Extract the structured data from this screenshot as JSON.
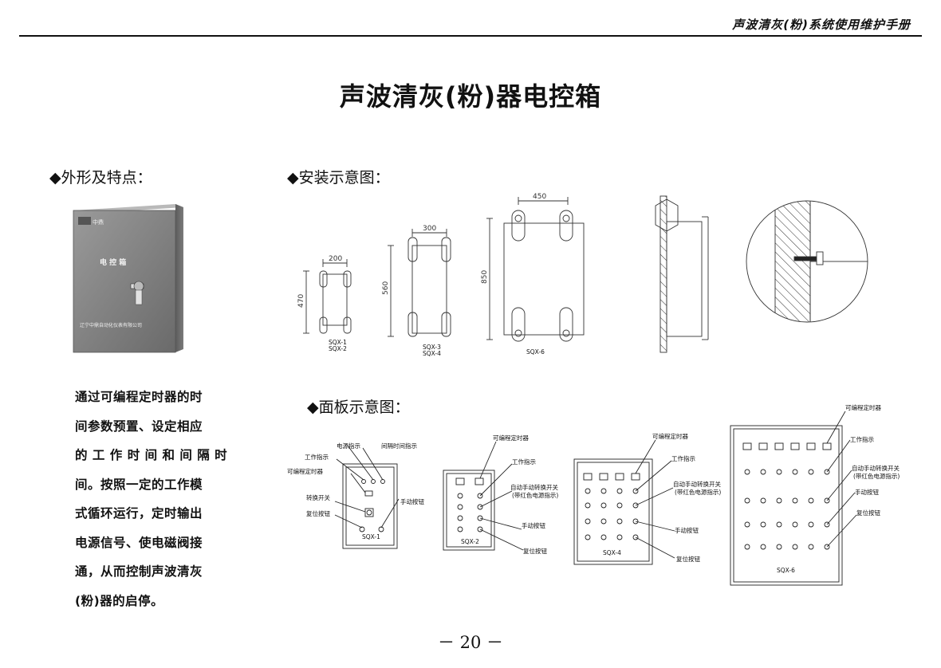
{
  "header": {
    "running_title": "声波清灰(粉)系统使用维护手册"
  },
  "page": {
    "title": "声波清灰(粉)器电控箱",
    "number": "－ 20 －"
  },
  "sections": {
    "appearance": "◆外形及特点：",
    "installation": "◆安装示意图：",
    "panel": "◆面板示意图："
  },
  "photo": {
    "brand": "中鼎",
    "box_label": "电 控 箱",
    "company": "辽宁中鼎自动化仪表有限公司"
  },
  "description_lines": [
    "通过可编程定时器的时",
    "间参数预置、设定相应",
    "的 工 作 时 间 和 间 隔 时",
    "间。按照一定的工作模",
    "式循环运行，定时输出",
    "电源信号、使电磁阀接",
    "通，从而控制声波清灰",
    "(粉)器的启停。"
  ],
  "installation": {
    "sqx1": {
      "width": "200",
      "height": "470",
      "models": [
        "SQX-1",
        "SQX-2"
      ]
    },
    "sqx3": {
      "width": "300",
      "height": "560",
      "models": [
        "SQX-3",
        "SQX-4"
      ]
    },
    "sqx6": {
      "width": "450",
      "height": "850",
      "models": [
        "SQX-6"
      ]
    }
  },
  "panels": {
    "sqx1": {
      "model": "SQX-1",
      "labels": {
        "power_indicator": "电源指示",
        "interval_indicator": "间隔时间指示",
        "work_indicator": "工作指示",
        "timer": "可编程定时器",
        "switch": "转换开关",
        "manual_button": "手动按钮",
        "reset_button": "复位按钮"
      }
    },
    "sqx2": {
      "model": "SQX-2",
      "labels": {
        "timer": "可编程定时器",
        "work_indicator": "工作指示",
        "auto_switch": "自动手动转换开关",
        "auto_switch_note": "(带红色电源指示)",
        "manual_button": "手动按钮",
        "reset_button": "复位按钮"
      }
    },
    "sqx4": {
      "model": "SQX-4",
      "labels": {
        "timer": "可编程定时器",
        "work_indicator": "工作指示",
        "auto_switch": "自动手动转换开关",
        "auto_switch_note": "(带红色电源指示)",
        "manual_button": "手动按钮",
        "reset_button": "复位按钮"
      }
    },
    "sqx6": {
      "model": "SQX-6",
      "labels": {
        "timer": "可编程定时器",
        "work_indicator": "工作指示",
        "auto_switch": "自动手动转换开关",
        "auto_switch_note": "(带红色电源指示)",
        "manual_button": "手动按钮",
        "reset_button": "复位按钮"
      }
    }
  }
}
